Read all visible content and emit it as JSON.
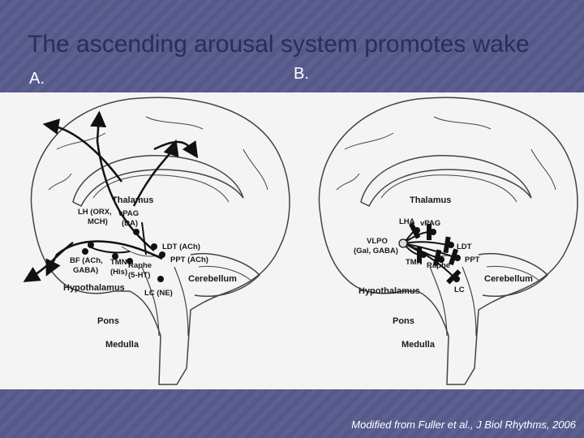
{
  "slide": {
    "title": "The ascending arousal system promotes wake",
    "panel_a": "A.",
    "panel_b": "B.",
    "caption": "Modified from Fuller et al., J Biol Rhythms, 2006"
  },
  "panel_a_labels": {
    "thalamus": "Thalamus",
    "lh_1": "LH (ORX,",
    "lh_2": "MCH)",
    "vpag_1": "vPAG",
    "vpag_2": "(DA)",
    "ldt": "LDT (ACh)",
    "ppt": "PPT (ACh)",
    "bf_1": "BF (ACh,",
    "bf_2": "GABA)",
    "tmn_1": "TMN",
    "tmn_2": "(His)",
    "raphe_1": "Raphe",
    "raphe_2": "(5-HT)",
    "hypothalamus": "Hypothalamus",
    "lc": "LC (NE)",
    "cerebellum": "Cerebellum",
    "pons": "Pons",
    "medulla": "Medulla"
  },
  "panel_b_labels": {
    "thalamus": "Thalamus",
    "lha": "LHA",
    "vpag": "vPAG",
    "ldt": "LDT",
    "ppt": "PPT",
    "vlpo_1": "VLPO",
    "vlpo_2": "(Gal, GABA)",
    "tmn": "TMN",
    "raphe": "Raphe",
    "hypothalamus": "Hypothalamus",
    "lc": "LC",
    "cerebellum": "Cerebellum",
    "pons": "Pons",
    "medulla": "Medulla"
  }
}
